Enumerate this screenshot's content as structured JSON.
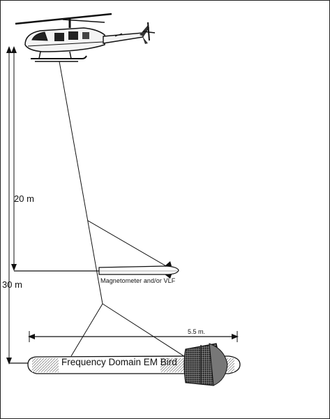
{
  "labels": {
    "tow_height_upper": "20 m",
    "tow_height_total": "30 m",
    "sensor_mid": "Magnetometer and/or  VLF",
    "bird_length": "5.5 m.",
    "bird_name": "Frequency Domain EM Bird"
  },
  "icons": {
    "aircraft": "helicopter-icon"
  },
  "colors": {
    "ink": "#111111",
    "background": "#ffffff"
  }
}
